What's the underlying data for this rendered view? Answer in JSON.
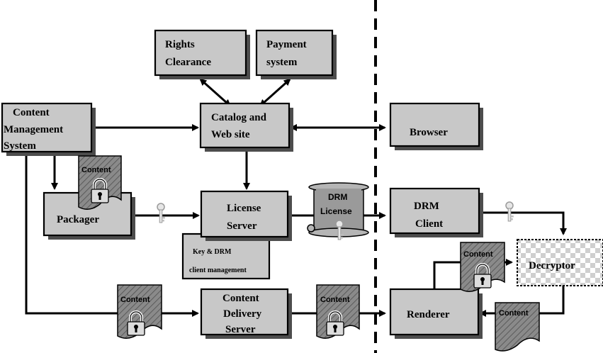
{
  "boxes": {
    "rights_clearance": [
      "Rights",
      "Clearance"
    ],
    "payment_system": [
      "Payment",
      "system"
    ],
    "cms": [
      "Content",
      "Management",
      "System"
    ],
    "catalog": [
      "Catalog and",
      "Web site"
    ],
    "browser": "Browser",
    "packager": "Packager",
    "license_server": [
      "License",
      "Server"
    ],
    "key_mgmt": [
      "Key & DRM",
      "client management"
    ],
    "drm_client": [
      "DRM",
      "Client"
    ],
    "decryptor": "Decryptor",
    "cds": [
      "Content",
      "Delivery",
      "Server"
    ],
    "renderer": "Renderer"
  },
  "labels": {
    "content": "Content",
    "drm_license": [
      "DRM",
      "License"
    ]
  },
  "icons": [
    "lock-icon",
    "key-icon",
    "scroll-icon",
    "document-icon"
  ],
  "colors": {
    "box_fill": "#c8c8c8",
    "shadow": "#4d4d4d",
    "doc_fill": "#888888"
  }
}
